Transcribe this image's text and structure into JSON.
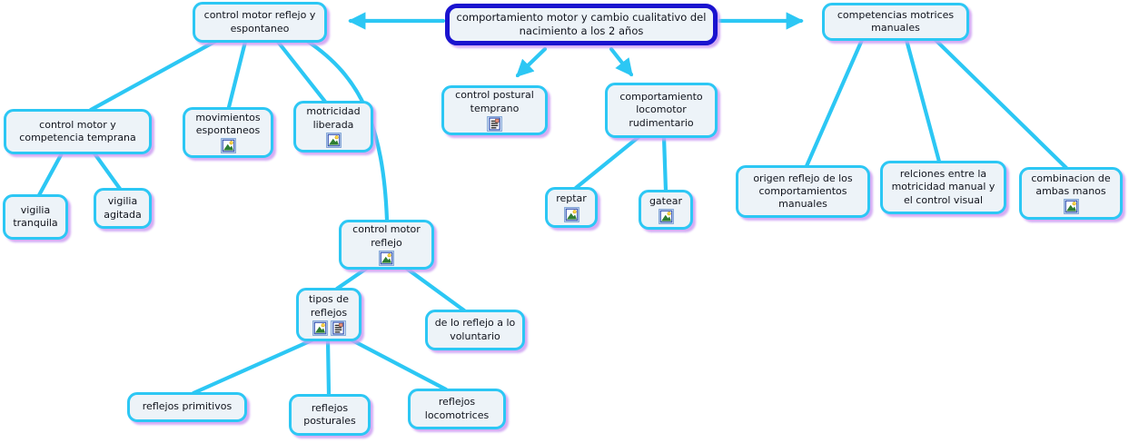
{
  "diagram_type": "concept-map",
  "colors": {
    "node_border": "#2cc7f4",
    "root_border": "#1a13cf",
    "node_background": "#edf3f8",
    "connector": "#2cc7f4",
    "shadow": "#cd9ef2",
    "text": "#10131c"
  },
  "icons": {
    "image_resource": "image-resource-icon",
    "document_resource": "document-resource-icon"
  },
  "nodes": {
    "root": {
      "label": "comportamiento motor y cambio cualitativo del nacimiento a los 2 años",
      "icons": []
    },
    "control_motor_reflejo_y_espontaneo": {
      "label": "control motor reflejo y espontaneo",
      "icons": []
    },
    "competencias_motrices_manuales": {
      "label": "competencias motrices manuales",
      "icons": []
    },
    "control_postural_temprano": {
      "label": "control postural temprano",
      "icons": [
        "document_resource"
      ]
    },
    "comportamiento_locomotor_rudimentario": {
      "label": "comportamiento locomotor rudimentario",
      "icons": []
    },
    "control_motor_y_competencia_temprana": {
      "label": "control motor y competencia temprana",
      "icons": []
    },
    "movimientos_espontaneos": {
      "label": "movimientos espontaneos",
      "icons": [
        "image_resource"
      ]
    },
    "motricidad_liberada": {
      "label": "motricidad liberada",
      "icons": [
        "image_resource"
      ]
    },
    "vigilia_tranquila": {
      "label": "vigilia tranquila",
      "icons": []
    },
    "vigilia_agitada": {
      "label": "vigilia agitada",
      "icons": []
    },
    "control_motor_reflejo": {
      "label": "control motor reflejo",
      "icons": [
        "image_resource"
      ]
    },
    "tipos_de_reflejos": {
      "label": "tipos de reflejos",
      "icons": [
        "image_resource",
        "document_resource"
      ]
    },
    "de_lo_reflejo_a_lo_voluntario": {
      "label": "de lo reflejo a lo voluntario",
      "icons": []
    },
    "reflejos_primitivos": {
      "label": "reflejos primitivos",
      "icons": []
    },
    "reflejos_posturales": {
      "label": "reflejos posturales",
      "icons": []
    },
    "reflejos_locomotrices": {
      "label": "reflejos locomotrices",
      "icons": []
    },
    "reptar": {
      "label": "reptar",
      "icons": [
        "image_resource"
      ]
    },
    "gatear": {
      "label": "gatear",
      "icons": [
        "image_resource"
      ]
    },
    "origen_reflejo_de_los_comportamientos_manuales": {
      "label": "origen reflejo de los comportamientos manuales",
      "icons": []
    },
    "relciones_motricidad_manual_control_visual": {
      "label": "relciones entre la motricidad manual y el control visual",
      "icons": []
    },
    "combinacion_de_ambas_manos": {
      "label": "combinacion de ambas manos",
      "icons": [
        "image_resource"
      ]
    }
  },
  "edges": [
    {
      "from": "root",
      "to": "control_motor_reflejo_y_espontaneo",
      "arrow": true
    },
    {
      "from": "root",
      "to": "competencias_motrices_manuales",
      "arrow": true
    },
    {
      "from": "root",
      "to": "control_postural_temprano",
      "arrow": true
    },
    {
      "from": "root",
      "to": "comportamiento_locomotor_rudimentario",
      "arrow": true
    },
    {
      "from": "control_motor_reflejo_y_espontaneo",
      "to": "control_motor_y_competencia_temprana",
      "arrow": false
    },
    {
      "from": "control_motor_reflejo_y_espontaneo",
      "to": "movimientos_espontaneos",
      "arrow": false
    },
    {
      "from": "control_motor_reflejo_y_espontaneo",
      "to": "motricidad_liberada",
      "arrow": false
    },
    {
      "from": "control_motor_reflejo_y_espontaneo",
      "to": "control_motor_reflejo",
      "arrow": false
    },
    {
      "from": "control_motor_y_competencia_temprana",
      "to": "vigilia_tranquila",
      "arrow": false
    },
    {
      "from": "control_motor_y_competencia_temprana",
      "to": "vigilia_agitada",
      "arrow": false
    },
    {
      "from": "control_motor_reflejo",
      "to": "tipos_de_reflejos",
      "arrow": false
    },
    {
      "from": "control_motor_reflejo",
      "to": "de_lo_reflejo_a_lo_voluntario",
      "arrow": false
    },
    {
      "from": "tipos_de_reflejos",
      "to": "reflejos_primitivos",
      "arrow": false
    },
    {
      "from": "tipos_de_reflejos",
      "to": "reflejos_posturales",
      "arrow": false
    },
    {
      "from": "tipos_de_reflejos",
      "to": "reflejos_locomotrices",
      "arrow": false
    },
    {
      "from": "comportamiento_locomotor_rudimentario",
      "to": "reptar",
      "arrow": false
    },
    {
      "from": "comportamiento_locomotor_rudimentario",
      "to": "gatear",
      "arrow": false
    },
    {
      "from": "competencias_motrices_manuales",
      "to": "origen_reflejo_de_los_comportamientos_manuales",
      "arrow": false
    },
    {
      "from": "competencias_motrices_manuales",
      "to": "relciones_motricidad_manual_control_visual",
      "arrow": false
    },
    {
      "from": "competencias_motrices_manuales",
      "to": "combinacion_de_ambas_manos",
      "arrow": false
    }
  ]
}
